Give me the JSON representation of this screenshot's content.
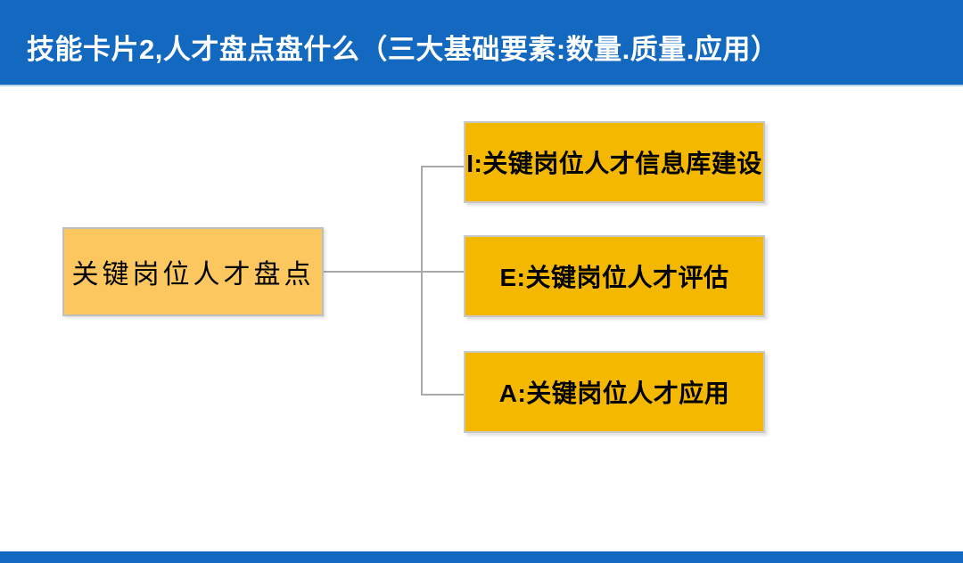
{
  "header": {
    "title": "技能卡片2,人才盘点盘什么（三大基础要素:数量.质量.应用）",
    "bg_color": "#1368BF",
    "text_color": "#FFFFFF"
  },
  "footer": {
    "bg_color": "#1368BF"
  },
  "diagram": {
    "root": {
      "label": "关键岗位人才盘点",
      "fill": "#FBC75E",
      "border_color": "#BFBFBF"
    },
    "children": [
      {
        "label": "I:关键岗位人才信息库建设"
      },
      {
        "label": "E:关键岗位人才评估"
      },
      {
        "label": "A:关键岗位人才应用"
      }
    ],
    "child_fill": "#F5B800",
    "child_border_color": "#C9C9C9",
    "connector_color": "#A9A9A9",
    "text_color": "#000000"
  }
}
